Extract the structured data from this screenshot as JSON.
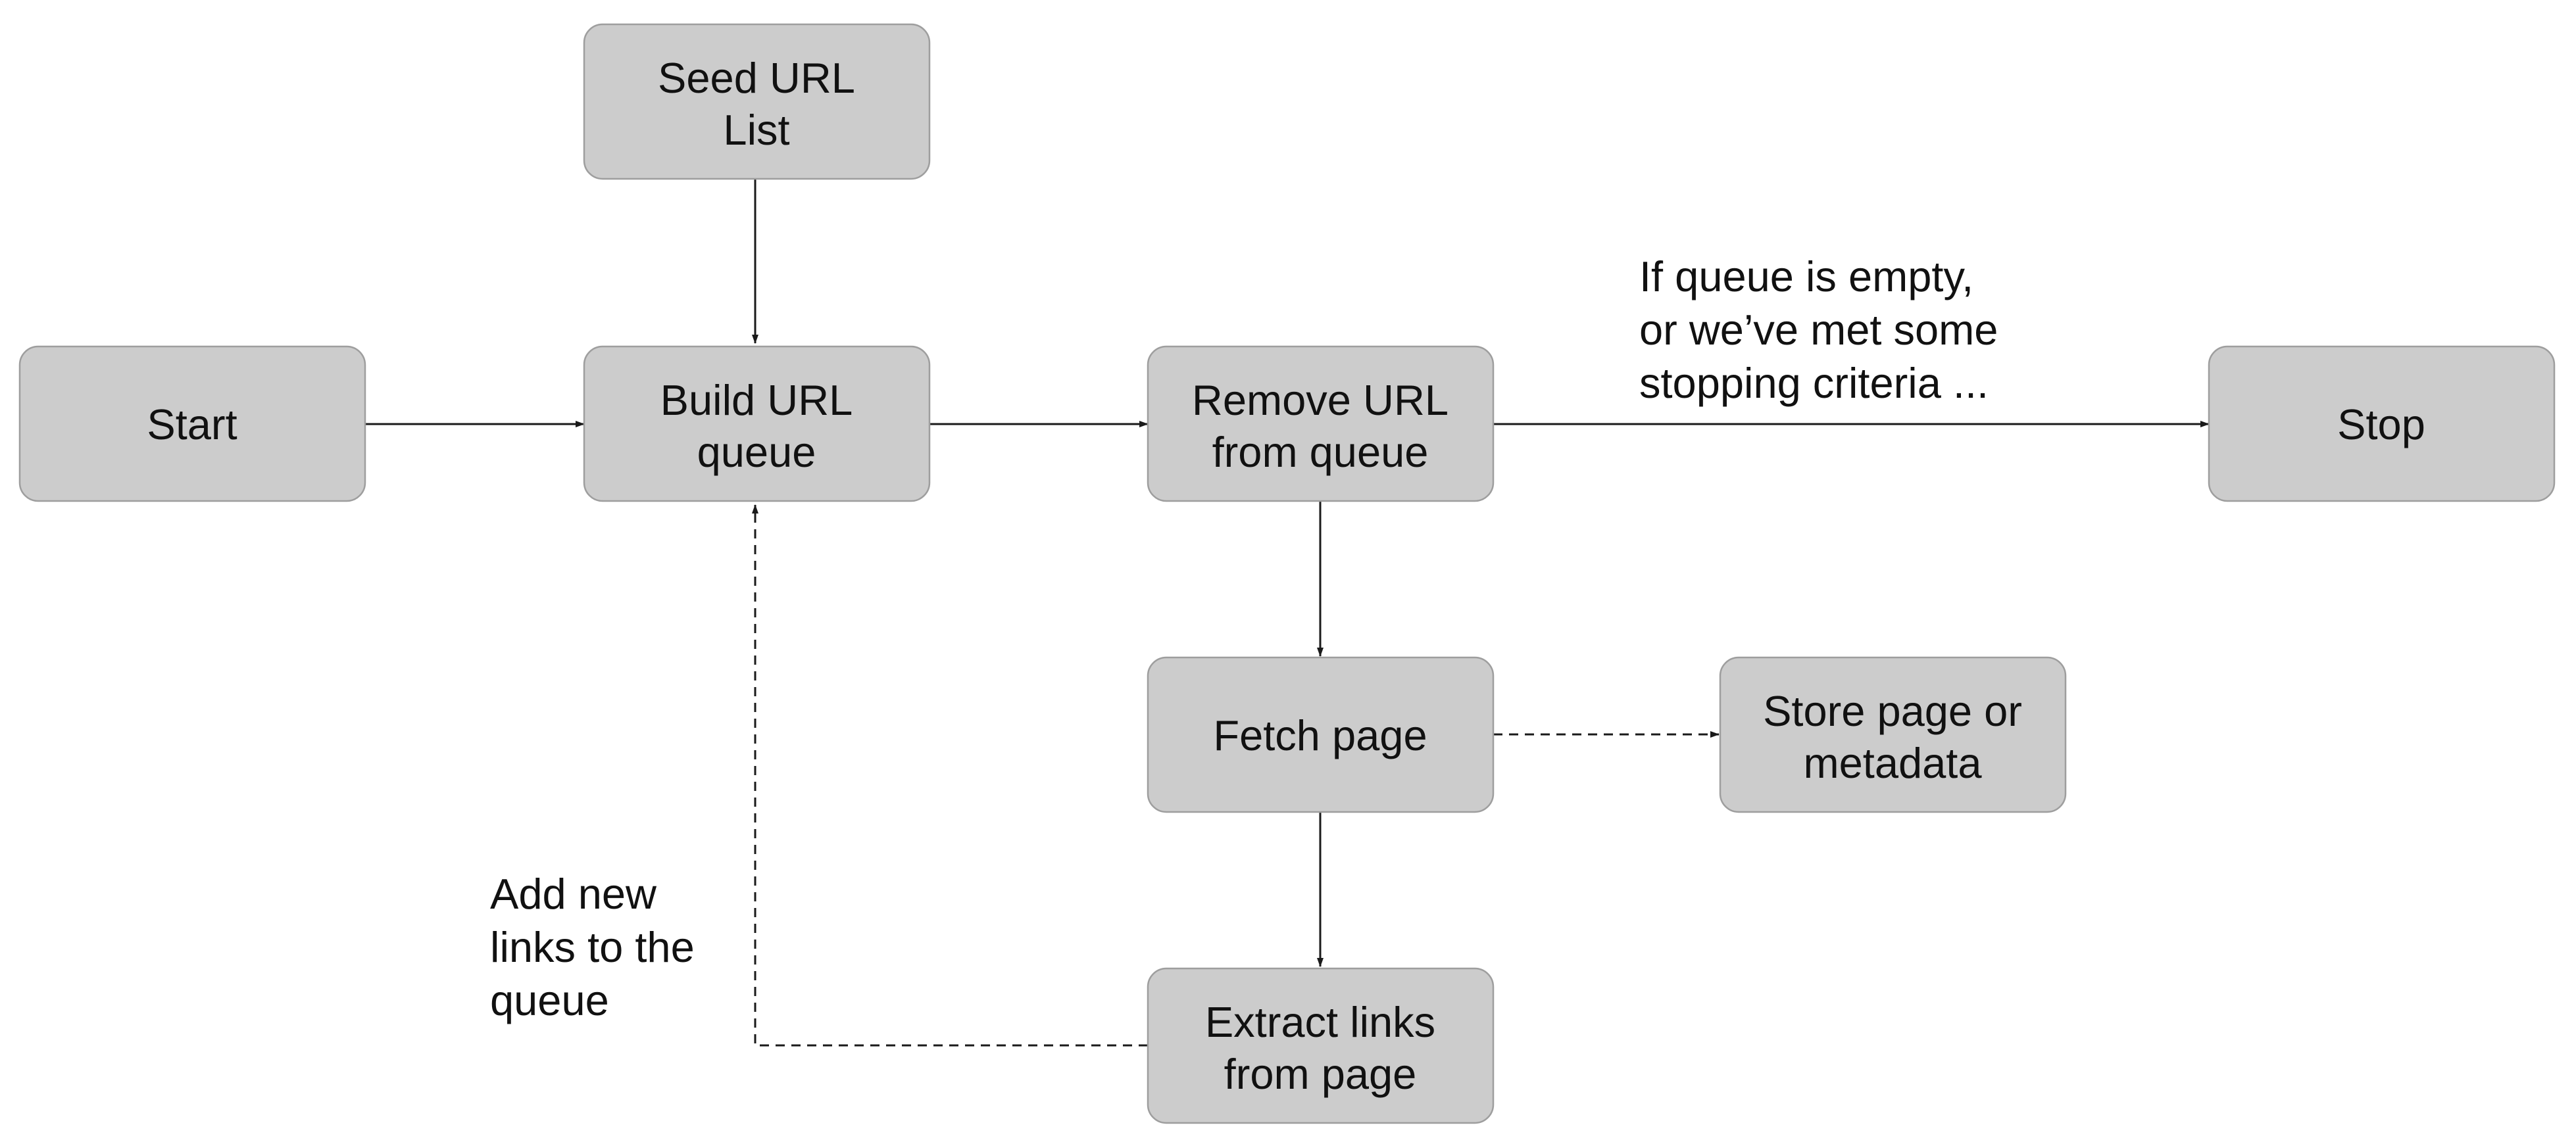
{
  "nodes": {
    "seed": {
      "lines": [
        "Seed URL",
        "List"
      ]
    },
    "start": {
      "lines": [
        "Start"
      ]
    },
    "build": {
      "lines": [
        "Build URL",
        "queue"
      ]
    },
    "remove": {
      "lines": [
        "Remove URL",
        "from queue"
      ]
    },
    "stop": {
      "lines": [
        "Stop"
      ]
    },
    "fetch": {
      "lines": [
        "Fetch page"
      ]
    },
    "store": {
      "lines": [
        "Store page or",
        "metadata"
      ]
    },
    "extract": {
      "lines": [
        "Extract links",
        "from page"
      ]
    }
  },
  "labels": {
    "stop_condition": {
      "lines": [
        "If queue is empty,",
        "or we’ve met some",
        "stopping criteria ..."
      ]
    },
    "add_links": {
      "lines": [
        "Add new",
        "links to the",
        "queue"
      ]
    }
  },
  "colors": {
    "box_fill": "#cccccc",
    "box_border": "#9e9e9e",
    "line": "#1a1a1a",
    "text": "#111111"
  }
}
